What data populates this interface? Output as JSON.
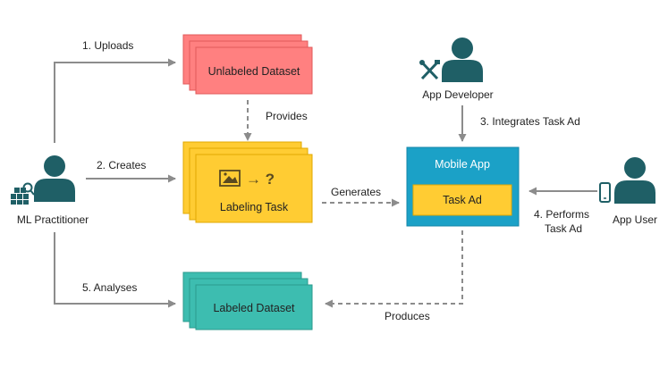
{
  "actors": {
    "ml_practitioner": "ML Practitioner",
    "app_developer": "App Developer",
    "app_user": "App User"
  },
  "boxes": {
    "unlabeled_dataset": "Unlabeled Dataset",
    "labeling_task": "Labeling Task",
    "labeling_task_symbols": "→ ?",
    "mobile_app": "Mobile App",
    "task_ad": "Task Ad",
    "labeled_dataset": "Labeled Dataset"
  },
  "edges": {
    "uploads": "1. Uploads",
    "creates": "2. Creates",
    "integrates": "3. Integrates Task Ad",
    "performs_line1": "4. Performs",
    "performs_line2": "Task Ad",
    "analyses": "5. Analyses",
    "provides": "Provides",
    "generates": "Generates",
    "produces": "Produces"
  },
  "icons": {
    "person": "person-icon",
    "tools": "tools-icon",
    "phone": "smartphone-icon",
    "dataset": "dataset-blocks-icon",
    "image": "image-icon"
  },
  "colors": {
    "unlabeled_fill": "#FF8080",
    "unlabeled_border": "#E05A5A",
    "task_fill": "#FFCC33",
    "task_border": "#E0A800",
    "labeled_fill": "#3DBDB0",
    "labeled_border": "#2A9A8E",
    "app_fill": "#1BA1C7",
    "person": "#1F5F66",
    "arrow": "#8C8C8C"
  }
}
